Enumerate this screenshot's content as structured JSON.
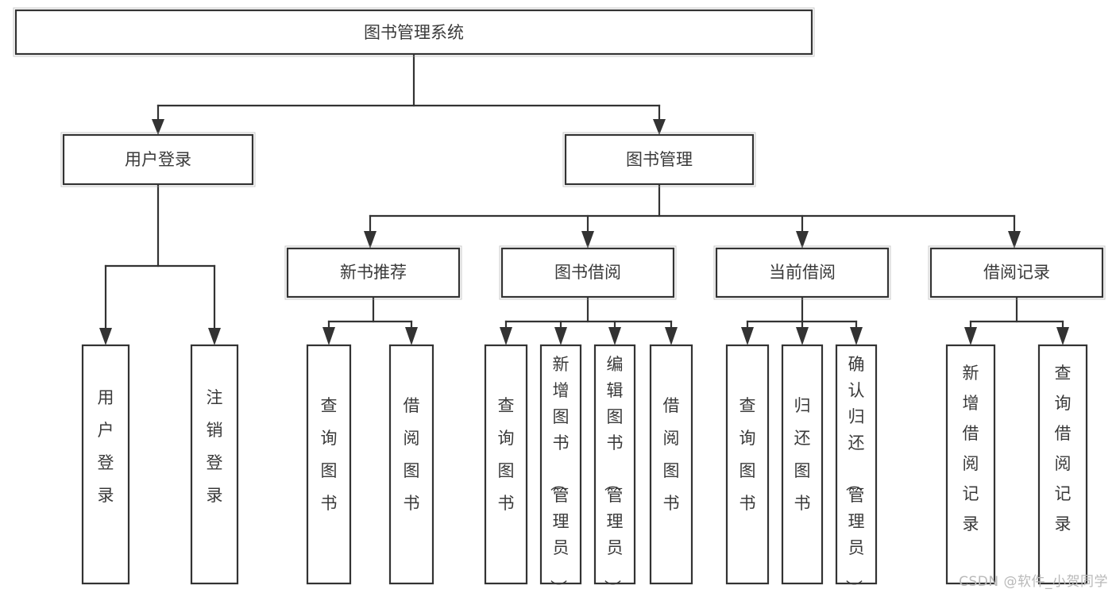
{
  "diagram": {
    "type": "tree",
    "title": "图书管理系统",
    "watermark": "CSDN @软件_小贺同学",
    "colors": {
      "box_stroke": "#333333",
      "box_fill": "#ffffff",
      "text": "#3a3a3a",
      "connector": "#333333",
      "watermark": "#b9b9b9",
      "background": "#ffffff"
    },
    "root": {
      "id": "root",
      "label": "图书管理系统",
      "orientation": "horizontal"
    },
    "level2": [
      {
        "id": "user-login",
        "label": "用户登录",
        "orientation": "horizontal"
      },
      {
        "id": "book-management",
        "label": "图书管理",
        "orientation": "horizontal"
      }
    ],
    "level3": [
      {
        "id": "new-book-recommend",
        "label": "新书推荐",
        "parent": "book-management",
        "orientation": "horizontal"
      },
      {
        "id": "book-borrow",
        "label": "图书借阅",
        "parent": "book-management",
        "orientation": "horizontal"
      },
      {
        "id": "current-borrow",
        "label": "当前借阅",
        "parent": "book-management",
        "orientation": "horizontal"
      },
      {
        "id": "borrow-record",
        "label": "借阅记录",
        "parent": "book-management",
        "orientation": "horizontal"
      }
    ],
    "leaves": [
      {
        "id": "leaf-user-login",
        "label": "用户登录",
        "parent": "user-login",
        "orientation": "vertical"
      },
      {
        "id": "leaf-logout-login",
        "label": "注销登录",
        "parent": "user-login",
        "orientation": "vertical"
      },
      {
        "id": "leaf-query-book-1",
        "label": "查询图书",
        "parent": "new-book-recommend",
        "orientation": "vertical"
      },
      {
        "id": "leaf-borrow-book-1",
        "label": "借阅图书",
        "parent": "new-book-recommend",
        "orientation": "vertical"
      },
      {
        "id": "leaf-query-book-2",
        "label": "查询图书",
        "parent": "book-borrow",
        "orientation": "vertical"
      },
      {
        "id": "leaf-add-book",
        "label": "新增图书（管理员）",
        "parent": "book-borrow",
        "orientation": "vertical"
      },
      {
        "id": "leaf-edit-book",
        "label": "编辑图书（管理员）",
        "parent": "book-borrow",
        "orientation": "vertical"
      },
      {
        "id": "leaf-borrow-book-2",
        "label": "借阅图书",
        "parent": "book-borrow",
        "orientation": "vertical"
      },
      {
        "id": "leaf-query-book-3",
        "label": "查询图书",
        "parent": "current-borrow",
        "orientation": "vertical"
      },
      {
        "id": "leaf-return-book",
        "label": "归还图书",
        "parent": "current-borrow",
        "orientation": "vertical"
      },
      {
        "id": "leaf-confirm-return",
        "label": "确认归还（管理员）",
        "parent": "current-borrow",
        "orientation": "vertical"
      },
      {
        "id": "leaf-add-record",
        "label": "新增借阅记录",
        "parent": "borrow-record",
        "orientation": "vertical"
      },
      {
        "id": "leaf-query-record",
        "label": "查询借阅记录",
        "parent": "borrow-record",
        "orientation": "vertical"
      }
    ]
  }
}
